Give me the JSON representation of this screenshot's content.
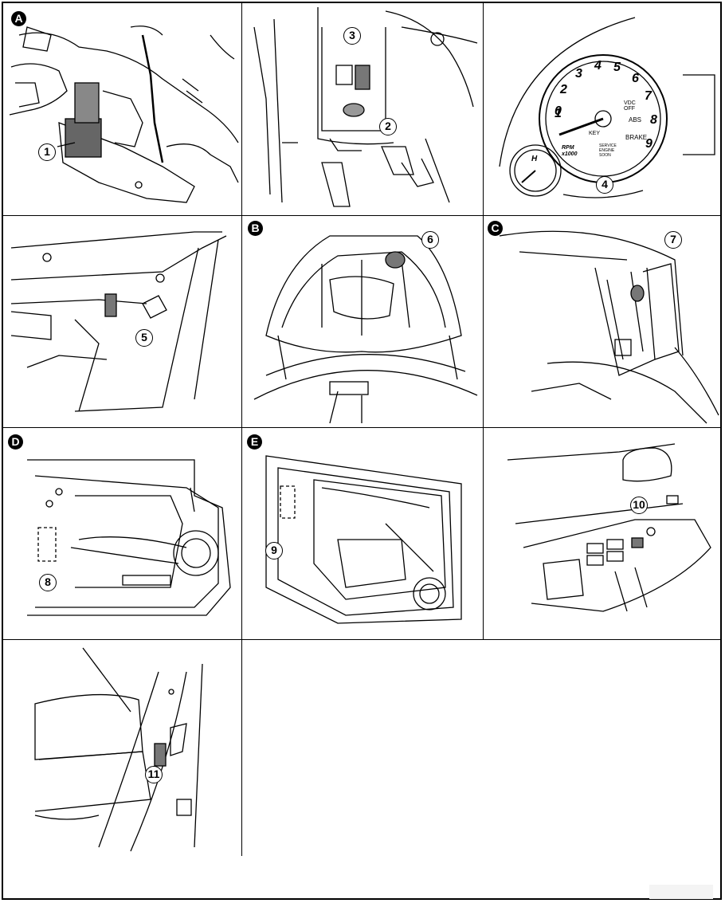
{
  "panels": [
    {
      "id": "A",
      "letter": "A",
      "callouts": [
        "1"
      ]
    },
    {
      "id": "console",
      "letter": "",
      "callouts": [
        "3",
        "2"
      ]
    },
    {
      "id": "meter",
      "letter": "",
      "callouts": [
        "4"
      ],
      "gauge": {
        "numbers": [
          "0",
          "1",
          "2",
          "3",
          "4",
          "5",
          "6",
          "7",
          "8",
          "9"
        ],
        "labels": {
          "rpm": "RPM",
          "rpm_unit": "x1000",
          "abs": "ABS",
          "brake": "BRAKE",
          "vdc": "VDC OFF",
          "key": "KEY",
          "service": "SERVICE ENGINE SOON",
          "temp_h": "H"
        }
      }
    },
    {
      "id": "dash",
      "letter": "",
      "callouts": [
        "5"
      ]
    },
    {
      "id": "B",
      "letter": "B",
      "callouts": [
        "6"
      ]
    },
    {
      "id": "C",
      "letter": "C",
      "callouts": [
        "7"
      ]
    },
    {
      "id": "D",
      "letter": "D",
      "callouts": [
        "8"
      ]
    },
    {
      "id": "E",
      "letter": "E",
      "callouts": [
        "9"
      ]
    },
    {
      "id": "window",
      "letter": "",
      "callouts": [
        "10"
      ]
    },
    {
      "id": "seat",
      "letter": "",
      "callouts": [
        "11"
      ]
    }
  ],
  "colors": {
    "line": "#000000",
    "background": "#ffffff"
  }
}
